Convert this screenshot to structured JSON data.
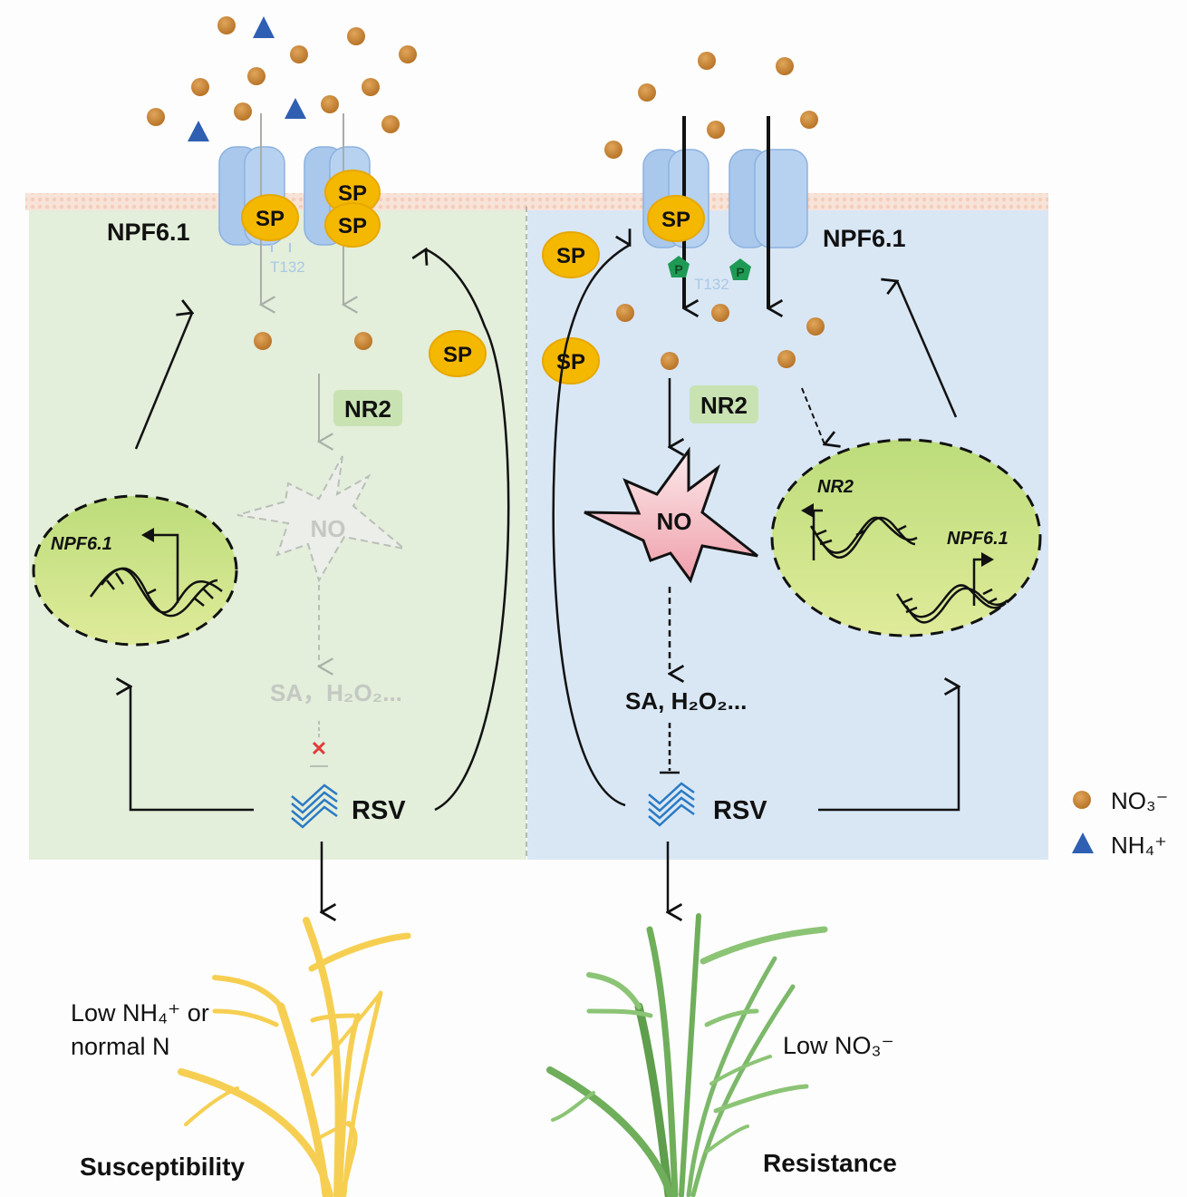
{
  "colors": {
    "left_panel": "#e3eedb",
    "right_panel": "#d8e6f5",
    "membrane": "#f7dccf",
    "nitrate": "#c98a3a",
    "ammonium": "#2f5fb3",
    "sp": "#f5b800",
    "nucleus": "#cde59a",
    "no_burst": "#f4c2c8",
    "phospho": "#1f9a55",
    "transporter": "#a9c8ec",
    "faded": "#b9bfb6",
    "plant_susceptible": "#f6cf52",
    "plant_resistant": "#7cb86a"
  },
  "left": {
    "transporter_label": "NPF6.1",
    "site_label": "T132",
    "sp_labels": [
      "SP",
      "SP",
      "SP",
      "SP"
    ],
    "enzyme_label": "NR2",
    "burst_label": "NO",
    "signals_label": "SA，H₂O₂...",
    "nucleus_gene": "NPF6.1",
    "virus_label": "RSV",
    "condition": "Low NH₄⁺ or",
    "condition_line2": "normal N",
    "outcome": "Susceptibility",
    "block_mark": "✕"
  },
  "right": {
    "transporter_label": "NPF6.1",
    "site_label": "T132",
    "sp_labels": [
      "SP",
      "SP",
      "SP"
    ],
    "phospho_label": "P",
    "enzyme_label": "NR2",
    "burst_label": "NO",
    "signals_label": "SA, H₂O₂...",
    "nucleus_genes": [
      "NR2",
      "NPF6.1"
    ],
    "virus_label": "RSV",
    "condition": "Low NO₃⁻",
    "outcome": "Resistance"
  },
  "legend": [
    {
      "symbol": "circle",
      "label": "NO₃⁻"
    },
    {
      "symbol": "triangle",
      "label": "NH₄⁺"
    }
  ]
}
